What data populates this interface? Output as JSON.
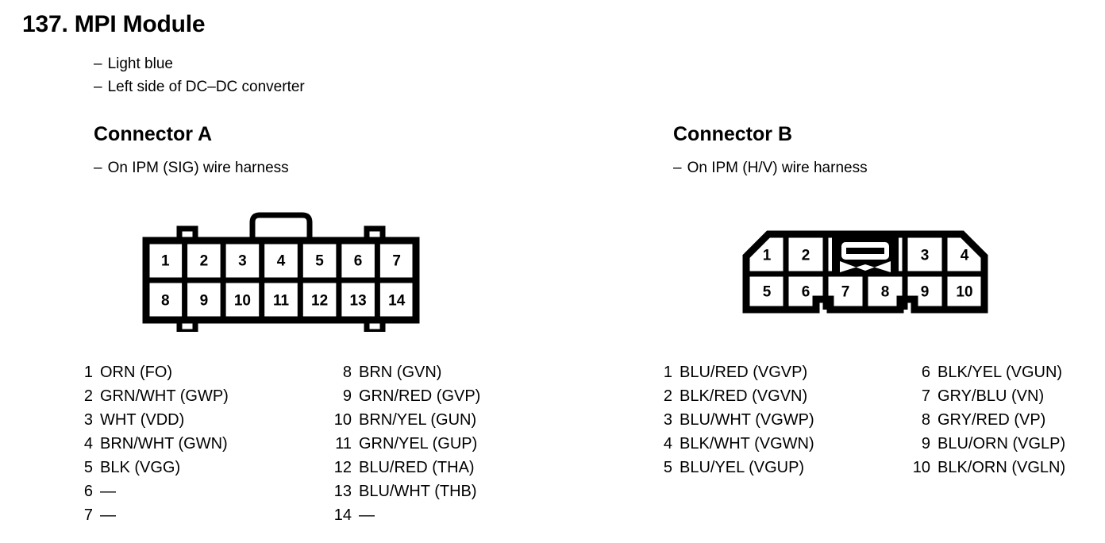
{
  "title": "137. MPI Module",
  "notes": [
    "Light blue",
    "Left side of DC–DC converter"
  ],
  "dash": "–",
  "empty_pin": "—",
  "connectors": [
    {
      "heading": "Connector A",
      "subtitle": "On IPM (SIG) wire harness",
      "diagram": {
        "type": "rectangular-14-pin",
        "columns": 7,
        "rows": 2,
        "top_row_pins": [
          "1",
          "2",
          "3",
          "4",
          "5",
          "6",
          "7"
        ],
        "bottom_row_pins": [
          "8",
          "9",
          "10",
          "11",
          "12",
          "13",
          "14"
        ],
        "features": [
          "top-center-latch-handle",
          "top-notch-x2",
          "bottom-notch-x2"
        ]
      },
      "pins_left": [
        {
          "num": "1",
          "desc": "ORN (FO)"
        },
        {
          "num": "2",
          "desc": "GRN/WHT (GWP)"
        },
        {
          "num": "3",
          "desc": "WHT (VDD)"
        },
        {
          "num": "4",
          "desc": "BRN/WHT (GWN)"
        },
        {
          "num": "5",
          "desc": "BLK (VGG)"
        },
        {
          "num": "6",
          "desc": "—"
        },
        {
          "num": "7",
          "desc": "—"
        }
      ],
      "pins_right": [
        {
          "num": "8",
          "desc": "BRN (GVN)"
        },
        {
          "num": "9",
          "desc": "GRN/RED (GVP)"
        },
        {
          "num": "10",
          "desc": "BRN/YEL (GUN)"
        },
        {
          "num": "11",
          "desc": "GRN/YEL (GUP)"
        },
        {
          "num": "12",
          "desc": "BLU/RED (THA)"
        },
        {
          "num": "13",
          "desc": "BLU/WHT (THB)"
        },
        {
          "num": "14",
          "desc": "—"
        }
      ]
    },
    {
      "heading": "Connector B",
      "subtitle": "On IPM (H/V) wire harness",
      "diagram": {
        "type": "chamfered-10-pin",
        "top_row_pins": [
          "1",
          "2",
          "3",
          "4"
        ],
        "bottom_row_pins": [
          "5",
          "6",
          "7",
          "8",
          "9",
          "10"
        ],
        "features": [
          "chamfered-top-corners",
          "top-center-latch-bowtie",
          "bottom-notch-x2"
        ]
      },
      "pins_left": [
        {
          "num": "1",
          "desc": "BLU/RED (VGVP)"
        },
        {
          "num": "2",
          "desc": "BLK/RED (VGVN)"
        },
        {
          "num": "3",
          "desc": "BLU/WHT (VGWP)"
        },
        {
          "num": "4",
          "desc": "BLK/WHT (VGWN)"
        },
        {
          "num": "5",
          "desc": "BLU/YEL (VGUP)"
        }
      ],
      "pins_right": [
        {
          "num": "6",
          "desc": "BLK/YEL (VGUN)"
        },
        {
          "num": "7",
          "desc": "GRY/BLU (VN)"
        },
        {
          "num": "8",
          "desc": "GRY/RED (VP)"
        },
        {
          "num": "9",
          "desc": "BLU/ORN (VGLP)"
        },
        {
          "num": "10",
          "desc": "BLK/ORN (VGLN)"
        }
      ]
    }
  ],
  "colors": {
    "ink": "#000000",
    "paper": "#ffffff"
  }
}
